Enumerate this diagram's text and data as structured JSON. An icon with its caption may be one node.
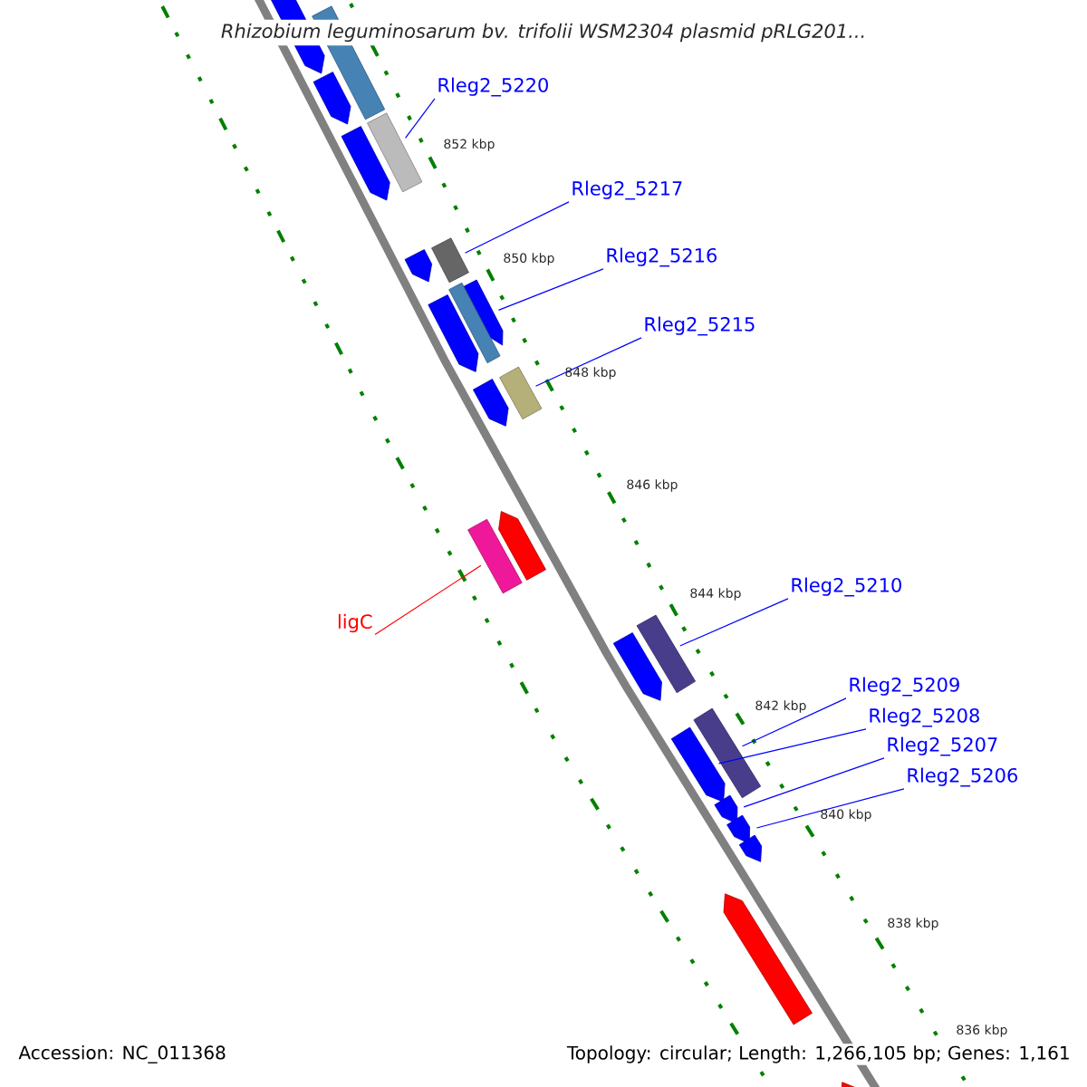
{
  "diagram": {
    "title": "Rhizobium leguminosarum bv. trifolii WSM2304 plasmid pRLG201...",
    "nodes": [
      {
        "text": [
          "Rleg2_5220"
        ]
      },
      {
        "text": [],
        "shape": "box"
      },
      {
        "text": [
          "Rleg2_5217"
        ]
      },
      {
        "text": [],
        "shape": "box"
      },
      {
        "text": [
          "Rleg2_5216"
        ]
      },
      {
        "text": [],
        "shape": "arrow"
      },
      {
        "text": [
          "Rleg2_5215"
        ]
      },
      {
        "text": [],
        "shape": "box"
      },
      {
        "text": [
          "ligC"
        ]
      },
      {
        "text": [],
        "shape": "box"
      },
      {
        "text": [
          "Rleg2_5210"
        ]
      },
      {
        "text": [],
        "shape": "box"
      },
      {
        "text": [
          "Rleg2_5209"
        ]
      },
      {
        "text": [],
        "shape": "box"
      },
      {
        "text": [
          "Rleg2_5208"
        ]
      },
      {
        "text": [],
        "shape": "arrow"
      },
      {
        "text": [
          "Rleg2_5207"
        ]
      },
      {
        "text": [],
        "shape": "arrow"
      },
      {
        "text": [
          "Rleg2_5206"
        ]
      },
      {
        "text": [],
        "shape": "arrow"
      },
      {
        "text": [],
        "shape": "arrow"
      },
      {
        "text": [],
        "shape": "box"
      },
      {
        "text": [],
        "shape": "arrow"
      },
      {
        "text": [],
        "shape": "arrow"
      },
      {
        "text": [],
        "shape": "arrow"
      },
      {
        "text": [],
        "shape": "arrow"
      },
      {
        "text": [],
        "shape": "box"
      },
      {
        "text": [],
        "shape": "arrow"
      },
      {
        "text": [],
        "shape": "arrow"
      },
      {
        "text": [],
        "shape": "arrow"
      },
      {
        "text": [],
        "shape": "arrow"
      },
      {
        "text": [],
        "shape": "arrow"
      },
      {
        "text": [],
        "shape": "arrow"
      }
    ],
    "edges": [
      {
        "from": 0,
        "to": 1,
        "arrow": "none"
      },
      {
        "from": 2,
        "to": 3,
        "arrow": "none"
      },
      {
        "from": 4,
        "to": 5,
        "arrow": "none"
      },
      {
        "from": 6,
        "to": 7,
        "arrow": "none"
      },
      {
        "from": 8,
        "to": 9,
        "arrow": "none",
        "color": "#ff0000"
      },
      {
        "from": 10,
        "to": 11,
        "arrow": "none"
      },
      {
        "from": 12,
        "to": 13,
        "arrow": "none"
      },
      {
        "from": 14,
        "to": 15,
        "arrow": "none"
      },
      {
        "from": 16,
        "to": 17,
        "arrow": "none"
      },
      {
        "from": 18,
        "to": 19,
        "arrow": "none"
      }
    ],
    "labels": [
      "852 kbp",
      "850 kbp",
      "848 kbp",
      "846 kbp",
      "844 kbp",
      "842 kbp",
      "840 kbp",
      "838 kbp",
      "836 kbp",
      "Accession: NC_011368",
      "Topology: circular; Length: 1,266,105 bp; Genes: 1,161"
    ]
  }
}
